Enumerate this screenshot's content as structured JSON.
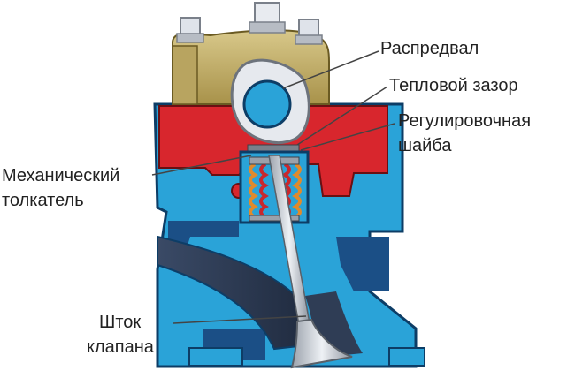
{
  "labels": {
    "camshaft": "Распредвал",
    "thermal_gap": "Тепловой зазор",
    "adjusting_shim_line1": "Регулировочная",
    "adjusting_shim_line2": "шайба",
    "mech_tappet_line1": "Механический",
    "mech_tappet_line2": "толкатель",
    "valve_stem_line1": "Шток",
    "valve_stem_line2": "клапана"
  },
  "colors": {
    "head_blue": "#2aa3d8",
    "head_outline": "#0d3d66",
    "coolant_dark": "#1b4f86",
    "cam_cover_tan": "#c4b06a",
    "bearing_red": "#d8262d",
    "port_dark": "#2f3d55",
    "valve_silver": "#c9ced6",
    "spring_orange": "#e08a2c",
    "leader_line": "#444444"
  }
}
